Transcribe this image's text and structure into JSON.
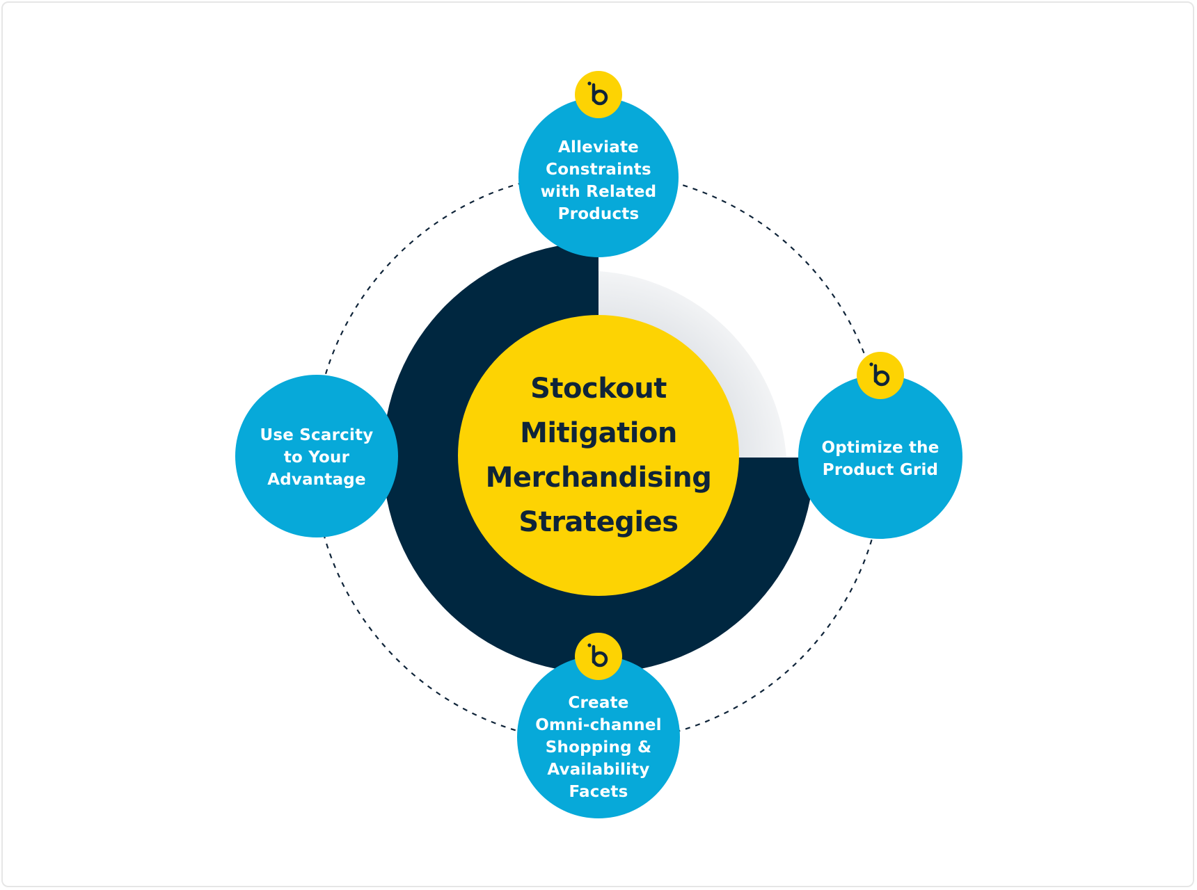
{
  "center": {
    "title": "Stockout\nMitigation\nMerchandising\nStrategies"
  },
  "nodes": {
    "top": {
      "label": "Alleviate\nConstraints\nwith Related\nProducts",
      "badge_icon": "brand-b-icon"
    },
    "right": {
      "label": "Optimize the\nProduct Grid",
      "badge_icon": "brand-b-icon"
    },
    "bottom": {
      "label": "Create\nOmni-channel\nShopping &\nAvailability\nFacets",
      "badge_icon": "brand-b-icon"
    },
    "left": {
      "label": "Use Scarcity\nto Your\nAdvantage"
    }
  },
  "colors": {
    "node_blue": "#07a9d9",
    "center_yellow": "#fdd303",
    "dark_ring": "#002740",
    "dashed_line": "#0f2439",
    "center_text": "#0f2439",
    "badge_yellow": "#fdd303"
  }
}
